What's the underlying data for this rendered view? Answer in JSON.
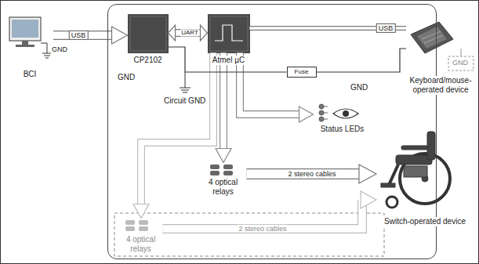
{
  "diagram": {
    "nodes": [
      {
        "text": [
          "BCI"
        ]
      },
      {
        "text": [
          "GND"
        ]
      },
      {
        "text": [
          "CP2102"
        ],
        "in": 1
      },
      {
        "text": [
          "Atmel µC"
        ],
        "in": 1
      },
      {
        "text": [
          "Fuse"
        ],
        "in": 1
      },
      {
        "text": [
          "Status LEDs"
        ],
        "in": 1
      },
      {
        "text": [
          "4 optical relays"
        ],
        "in": 1
      },
      {
        "text": [
          "4 optical relays"
        ],
        "in": 1
      },
      {
        "text": [
          "Keyboard/mouse-operated device"
        ]
      },
      {
        "text": [
          "Switch-operated device"
        ]
      }
    ],
    "edges": [
      {
        "from": 0,
        "to": 2,
        "label": "USB",
        "arrow": "to"
      },
      {
        "from": 2,
        "to": 3,
        "label": "UART",
        "arrow": "both"
      },
      {
        "from": 3,
        "to": 8,
        "label": "USB",
        "arrow": "none"
      },
      {
        "from": 3,
        "to": 5,
        "arrow": "to"
      },
      {
        "from": 3,
        "to": 6,
        "arrow": "to"
      },
      {
        "from": 3,
        "to": 7,
        "arrow": "to"
      },
      {
        "from": 6,
        "to": 9,
        "label": "2 stereo cables",
        "arrow": "to"
      },
      {
        "from": 7,
        "to": 9,
        "label": "2 stereo cables",
        "arrow": "to"
      },
      {
        "from": 4,
        "to": 2,
        "arrow": "none"
      },
      {
        "from": 4,
        "to": 8,
        "arrow": "none"
      }
    ],
    "labels": [
      "GND",
      "GND",
      "Circuit GND",
      "GND"
    ]
  }
}
